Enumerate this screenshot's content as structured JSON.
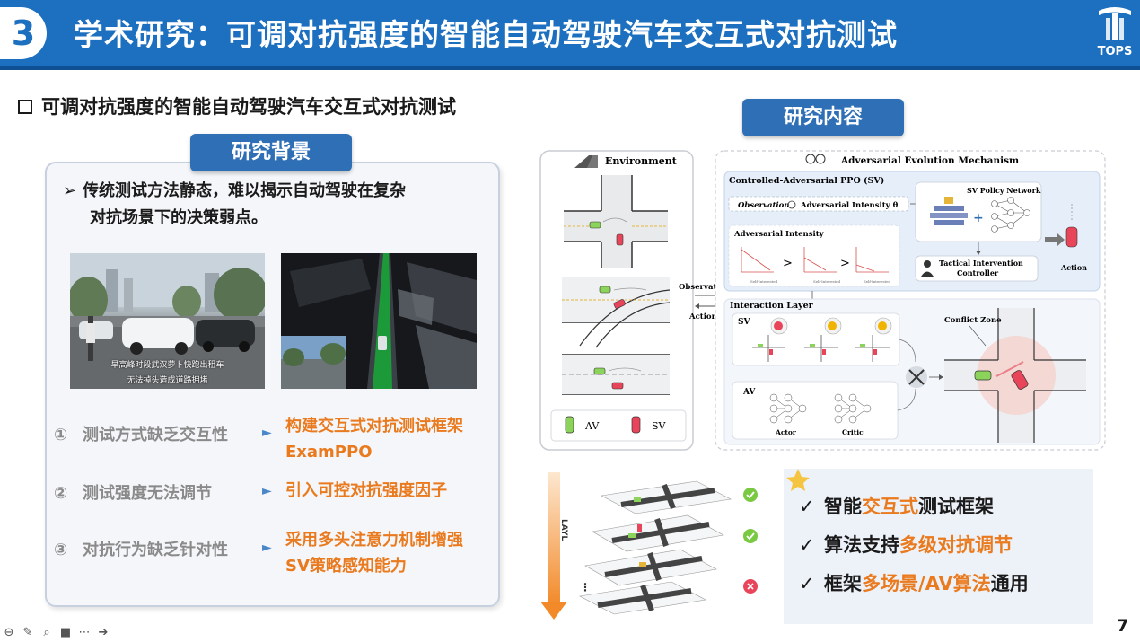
{
  "header": {
    "section_number": "3",
    "title": "学术研究：可调对抗强度的智能自动驾驶汽车交互式对抗测试",
    "logo_text": "TOPS"
  },
  "subtitle": "可调对抗强度的智能自动驾驶汽车交互式对抗测试",
  "background": {
    "tag": "研究背景",
    "bullet_line1": "传统测试方法静态，难以揭示自动驾驶在复杂",
    "bullet_line2": "对抗场景下的决策弱点。",
    "photo_caption_line1": "早高峰时段武汉萝卜快跑出租车",
    "photo_caption_line2": "无法掉头造成道路拥堵",
    "issues": [
      {
        "num": "①",
        "label": "测试方式缺乏交互性",
        "fix_line1": "构建交互式对抗测试框架",
        "fix_line2": "ExamPPO"
      },
      {
        "num": "②",
        "label": "测试强度无法调节",
        "fix_line1": "引入可控对抗强度因子",
        "fix_line2": ""
      },
      {
        "num": "③",
        "label": "对抗行为缺乏针对性",
        "fix_line1": "采用多头注意力机制增强",
        "fix_line2": "SV策略感知能力"
      }
    ]
  },
  "research": {
    "tag": "研究内容",
    "diagram": {
      "environment": "Environment",
      "av_label": "AV",
      "sv_label": "SV",
      "observation": "Observation",
      "action": "Action",
      "mechanism": "Adversarial Evolution Mechanism",
      "ppo": "Controlled-Adversarial PPO (SV)",
      "observation_italic": "Observation",
      "intensity_theta": "Adversarial Intensity θ",
      "adv_intensity": "Adversarial Intensity",
      "policy_net": "SV Policy Network",
      "tactical_line1": "Tactical Intervention",
      "tactical_line2": "Controller",
      "action_out": "Action",
      "interaction_layer": "Interaction Layer",
      "sv": "SV",
      "av": "AV",
      "actor": "Actor",
      "critic": "Critic",
      "conflict_zone": "Conflict Zone",
      "self_interested": "Self-Interested",
      "gt": ">"
    },
    "layers_label": "LAYL",
    "results": [
      {
        "pre": "智能",
        "hl": "交互式",
        "post": "测试框架"
      },
      {
        "pre": "算法支持",
        "hl": "多级对抗调节",
        "post": ""
      },
      {
        "pre": "框架",
        "hl": "多场景/AV算法",
        "post": "通用"
      }
    ]
  },
  "colors": {
    "header_blue": "#1d6fbf",
    "tag_blue": "#2f6fb5",
    "accent_orange": "#ea7a1e",
    "check_green": "#7ac943",
    "cross_red": "#e8455a"
  },
  "page_number": "7"
}
